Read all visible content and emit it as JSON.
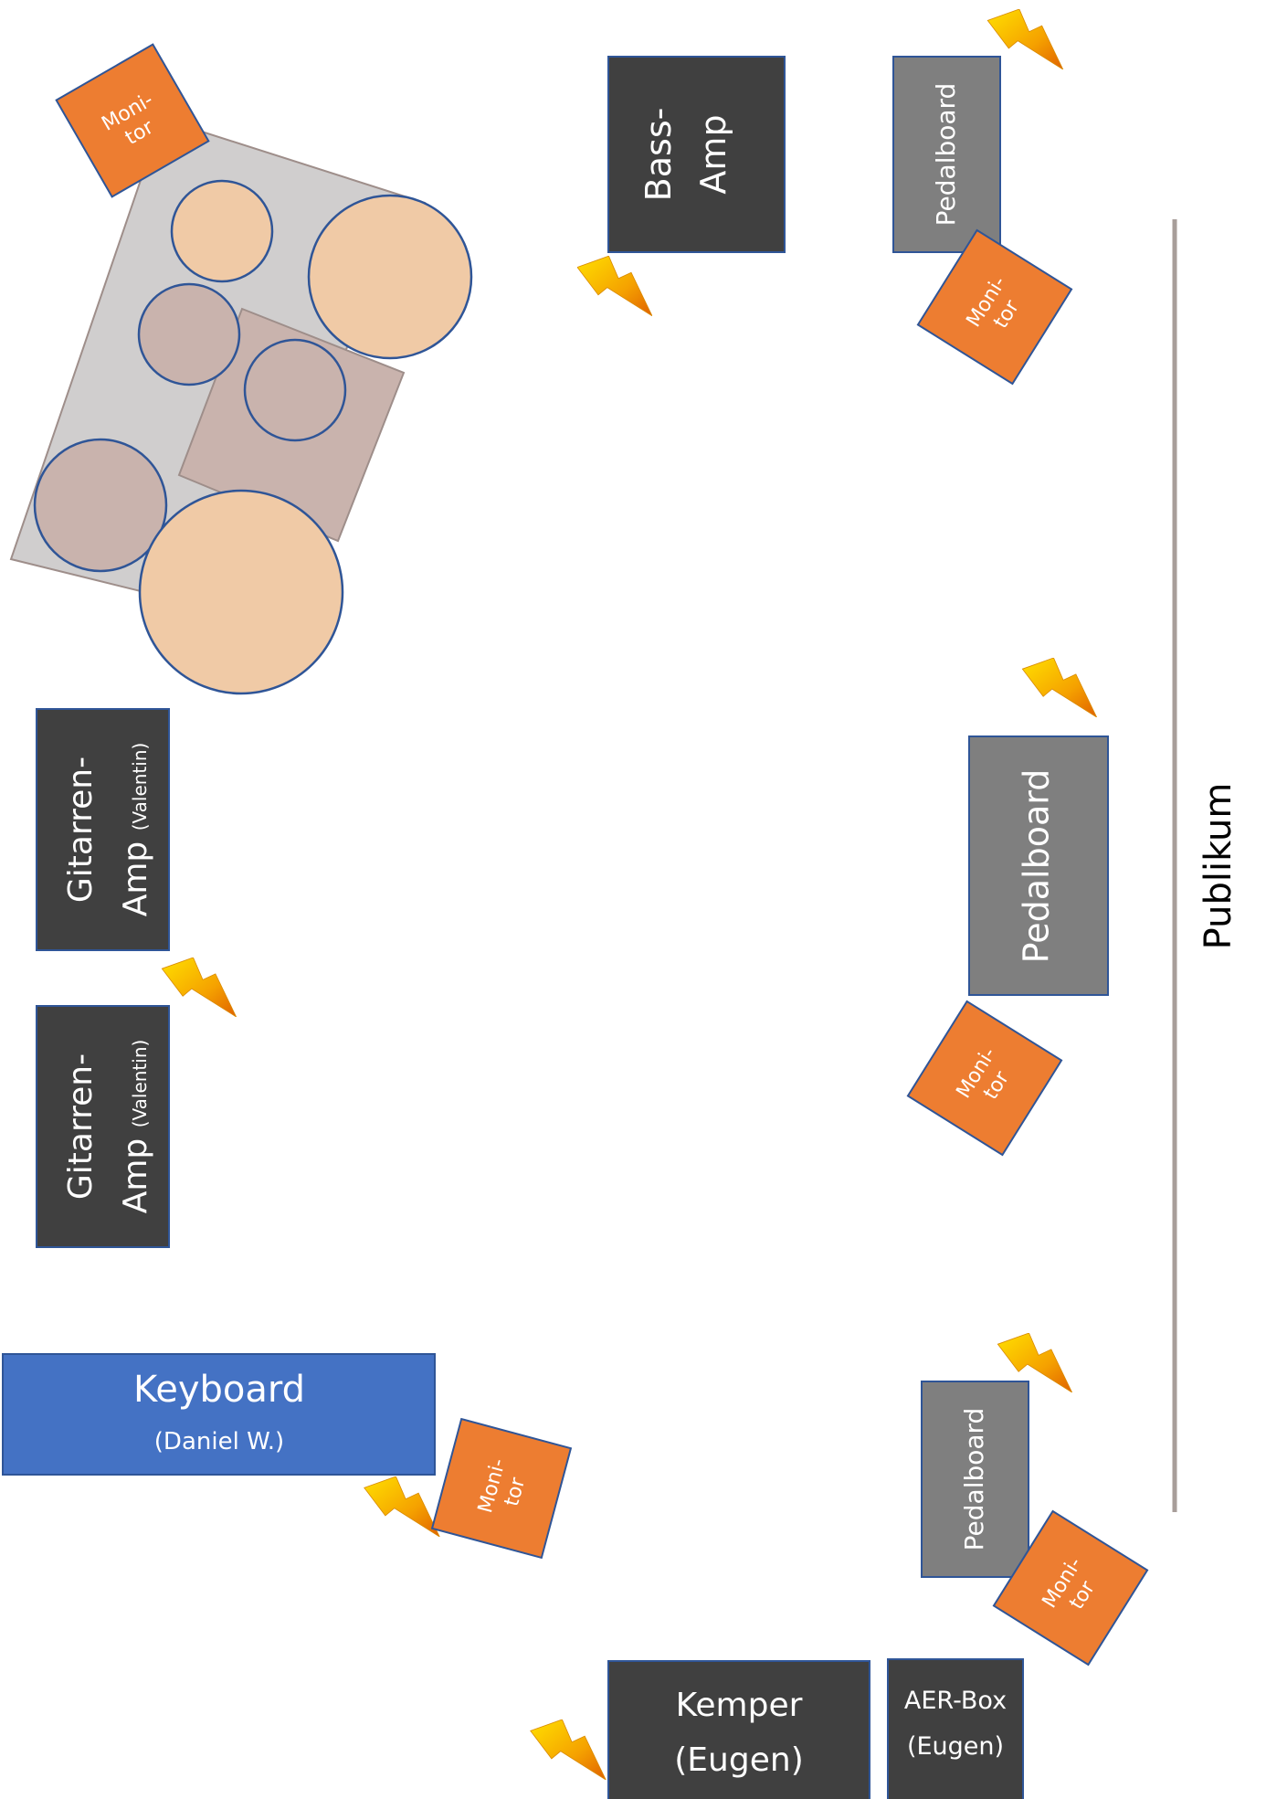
{
  "stage": {
    "audience_label": "Publikum",
    "colors": {
      "amp": "#404040",
      "amp_border": "#2f5597",
      "pedalboard": "#7f7f7f",
      "monitor": "#ed7d31",
      "keyboard": "#4472c4",
      "drum_kit": "#d0cece",
      "drum_kit_border": "#9e8e8a",
      "drum_riser": "#c9b3ad",
      "drum_light": "#f0caa6",
      "drum_dark": "#c9b3ad",
      "drum_border": "#2f5597",
      "audience_line": "#a89e9a",
      "power": "#f5c400"
    },
    "bass_amp": {
      "line1": "Bass-",
      "line2": "Amp"
    },
    "guitar_amp_1": {
      "line1": "Gitarren-",
      "line2": "Amp",
      "owner": "(Valentin)"
    },
    "guitar_amp_2": {
      "line1": "Gitarren-",
      "line2": "Amp",
      "owner": "(Valentin)"
    },
    "keyboard": {
      "name": "Keyboard",
      "owner": "(Daniel W.)"
    },
    "kemper": {
      "line1": "Kemper",
      "line2": "(Eugen)"
    },
    "aer_box": {
      "line1": "AER-Box",
      "line2": "(Eugen)"
    },
    "pedalboard_top": "Pedalboard",
    "pedalboard_middle": "Pedalboard",
    "pedalboard_bottom": "Pedalboard",
    "monitor_label": {
      "line1": "Moni-",
      "line2": "tor"
    },
    "power_icon": "lightning-bolt-icon"
  }
}
